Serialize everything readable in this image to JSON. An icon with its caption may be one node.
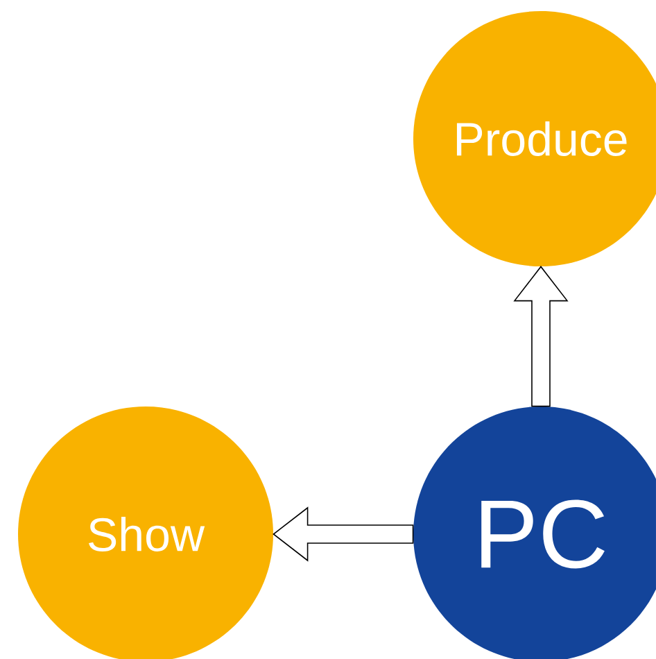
{
  "diagram": {
    "nodes": [
      {
        "text": [
          "Produce"
        ]
      },
      {
        "text": [
          "Show"
        ]
      },
      {
        "text": [
          "PC"
        ]
      }
    ],
    "edges": [
      {
        "from": 2,
        "to": 0,
        "arrow": "to"
      },
      {
        "from": 2,
        "to": 1,
        "arrow": "to"
      }
    ]
  }
}
